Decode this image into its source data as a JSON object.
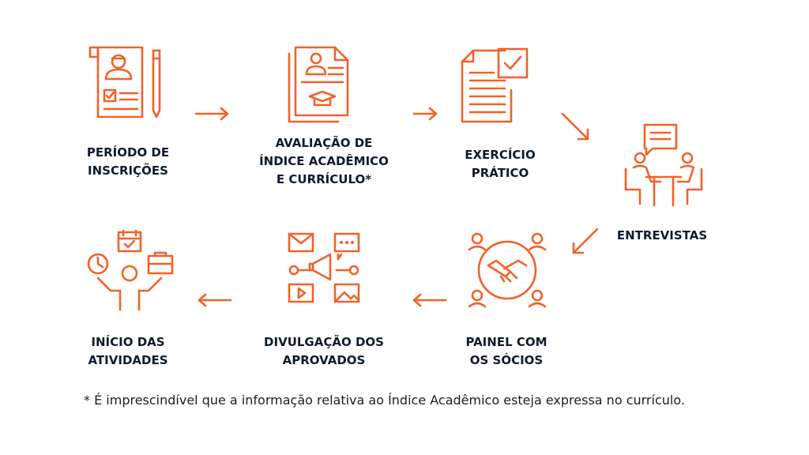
{
  "steps": [
    {
      "id": "periodo",
      "lines": [
        "PERÍODO DE",
        "INSCRIÇÕES"
      ],
      "icon": "registration-form-icon"
    },
    {
      "id": "avaliacao",
      "lines": [
        "AVALIAÇÃO DE",
        "ÍNDICE ACADÊMICO",
        "E CURRÍCULO*"
      ],
      "icon": "resume-graduation-icon"
    },
    {
      "id": "exercicio",
      "lines": [
        "EXERCÍCIO",
        "PRÁTICO"
      ],
      "icon": "document-checkmark-icon"
    },
    {
      "id": "entrevistas",
      "lines": [
        "ENTREVISTAS"
      ],
      "icon": "interview-icon"
    },
    {
      "id": "painel",
      "lines": [
        "PAINEL COM",
        "OS SÓCIOS"
      ],
      "icon": "handshake-icon"
    },
    {
      "id": "divulgacao",
      "lines": [
        "DIVULGAÇÃO DOS",
        "APROVADOS"
      ],
      "icon": "announcement-icon"
    },
    {
      "id": "inicio",
      "lines": [
        "INÍCIO DAS",
        "ATIVIDADES"
      ],
      "icon": "person-tasks-icon"
    }
  ],
  "footnote": "* É imprescindível que a informação relativa ao Índice Acadêmico esteja expressa no currículo.",
  "colors": {
    "accent": "#f0622a",
    "text": "#0f1b2d"
  }
}
